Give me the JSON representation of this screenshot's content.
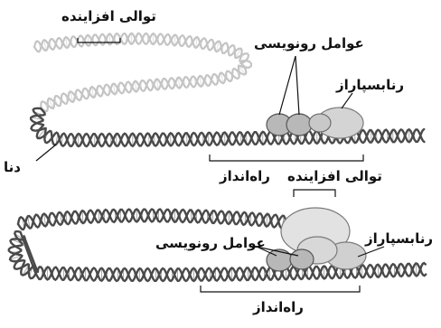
{
  "top_panel": {
    "enhancer_label": "توالی افزاینده",
    "tf_label": "عوامل رونویسی",
    "polymerase_label": "رنابسپاراز",
    "dna_label": "دنا",
    "enhancer2_label": "توالی افزاینده",
    "promoter_label": "راه‌انداز"
  },
  "bottom_panel": {
    "tf_label": "عوامل رونویسی",
    "polymerase_label": "رنابسپاراز",
    "promoter_label": "راه‌انداز"
  },
  "colors": {
    "dna_light": "#c4c4c4",
    "dna_dark": "#4a4a4a",
    "protein": "#bdbdbd"
  }
}
